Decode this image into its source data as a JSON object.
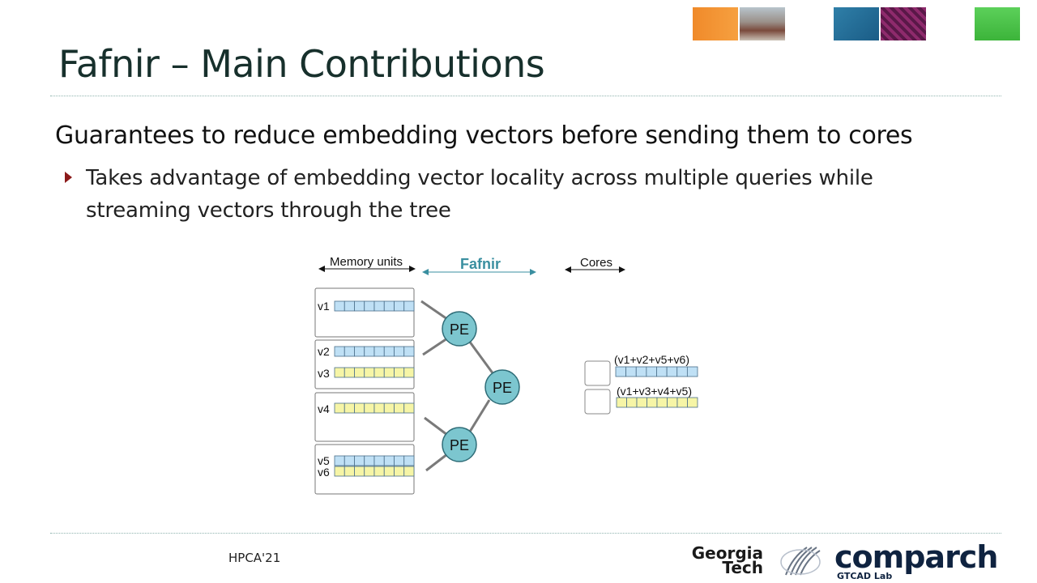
{
  "title": "Fafnir – Main Contributions",
  "bullet_main": "Guarantees to reduce embedding vectors before sending them to cores",
  "bullet_sub": "Takes advantage of embedding vector locality across multiple queries while streaming vectors through the tree",
  "diagram": {
    "label_memory": "Memory units",
    "label_fafnir": "Fafnir",
    "label_cores": "Cores",
    "vectors": [
      "v1",
      "v2",
      "v3",
      "v4",
      "v5",
      "v6"
    ],
    "pe_label": "PE",
    "output_1": "(v1+v2+v5+v6)",
    "output_2": "(v1+v3+v4+v5)"
  },
  "footer": {
    "venue": "HPCA'21",
    "logo_gt_line1": "Georgia",
    "logo_gt_line2": "Tech",
    "logo_comparch": "comparch",
    "logo_gtcad": "GTCAD Lab"
  },
  "colors": {
    "title": "#17302c",
    "bullet_marker": "#8b1a1a",
    "fafnir": "#3a8fa0",
    "pe_fill": "#7cc6cf",
    "vec_blue": "#bfe0f5",
    "vec_yellow": "#f6f5a6"
  }
}
